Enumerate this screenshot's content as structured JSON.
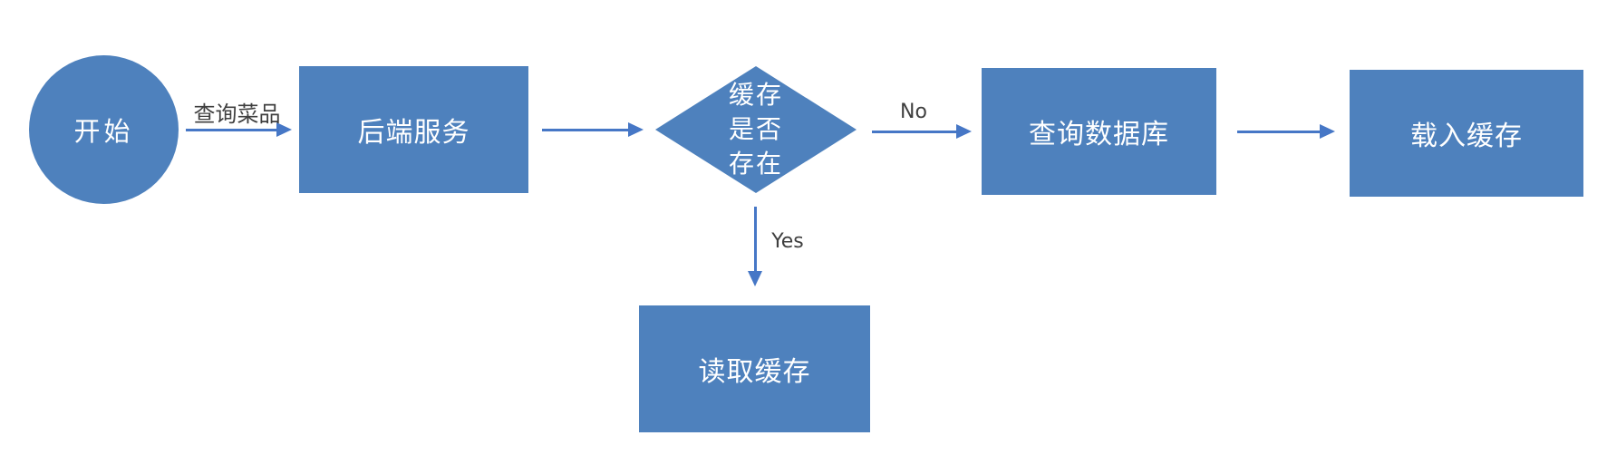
{
  "diagram": {
    "type": "flowchart",
    "colors": {
      "node_fill": "#4e81bd",
      "node_text": "#ffffff",
      "arrow": "#4677c6",
      "label_text": "#3f3f3f"
    },
    "nodes": {
      "start": {
        "shape": "circle",
        "label": "开始"
      },
      "backend": {
        "shape": "rect",
        "label": "后端服务"
      },
      "decision": {
        "shape": "diamond",
        "label": "缓存是否存在",
        "lines": [
          "缓存",
          "是否",
          "存在"
        ]
      },
      "query_db": {
        "shape": "rect",
        "label": "查询数据库"
      },
      "load_cache": {
        "shape": "rect",
        "label": "载入缓存"
      },
      "read_cache": {
        "shape": "rect",
        "label": "读取缓存"
      }
    },
    "edges": [
      {
        "from": "start",
        "to": "backend",
        "label": "查询菜品"
      },
      {
        "from": "backend",
        "to": "decision",
        "label": ""
      },
      {
        "from": "decision",
        "to": "query_db",
        "label": "No"
      },
      {
        "from": "query_db",
        "to": "load_cache",
        "label": ""
      },
      {
        "from": "decision",
        "to": "read_cache",
        "label": "Yes"
      }
    ]
  }
}
